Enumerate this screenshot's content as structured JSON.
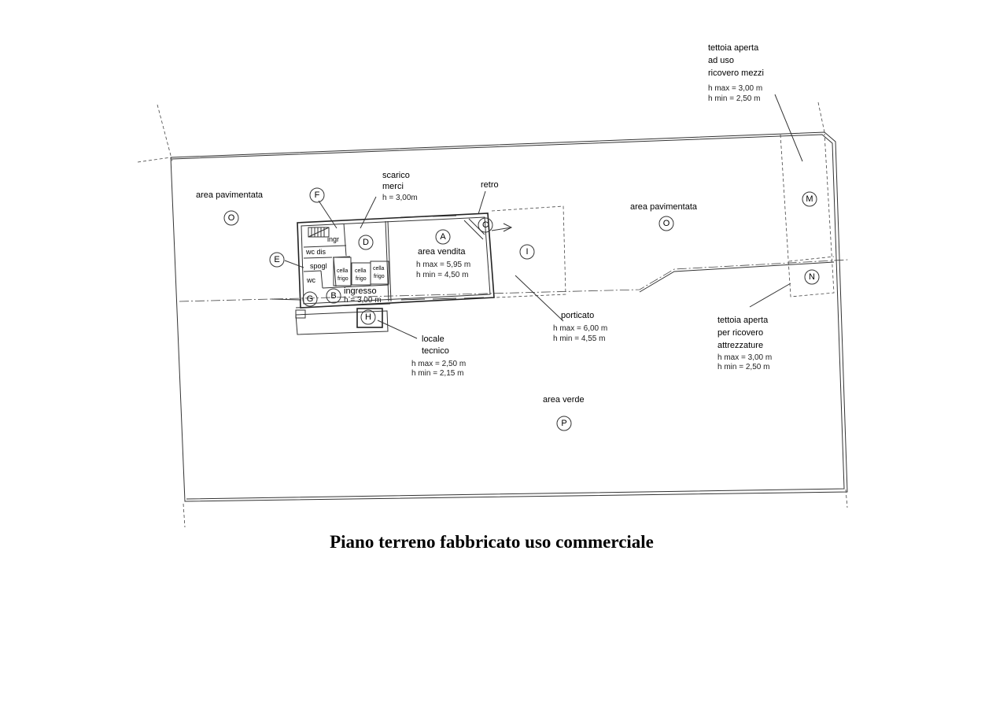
{
  "title": "Piano terreno fabbricato uso commerciale",
  "markers": {
    "A": "A",
    "B": "B",
    "C": "C",
    "D": "D",
    "E": "E",
    "F": "F",
    "G": "G",
    "H": "H",
    "I": "I",
    "M": "M",
    "N": "N",
    "O": "O",
    "P": "P"
  },
  "labels": {
    "area_pav_left": "area pavimentata",
    "area_pav_right": "area pavimentata",
    "scarico_1": "scarico",
    "scarico_2": "merci",
    "scarico_h": "h = 3,00m",
    "retro": "retro",
    "area_vendita": "area vendita",
    "vendita_hmax": "h max = 5,95 m",
    "vendita_hmin": "h min = 4,50 m",
    "ingresso": "ingresso",
    "ingresso_h": "h = 3,00 m",
    "ingr": "ingr",
    "wc_dis": "wc  dis",
    "spogl": "spogl",
    "wc": "wc",
    "cella_1": "cella",
    "frigo_1": "frigo",
    "cella_2": "cella",
    "frigo_2": "frigo",
    "cella_3": "cella",
    "frigo_3": "frigo",
    "locale": "locale",
    "tecnico": "tecnico",
    "locale_hmax": "h max = 2,50 m",
    "locale_hmin": "h min = 2,15 m",
    "porticato": "porticato",
    "porticato_hmax": "h max = 6,00 m",
    "porticato_hmin": "h min = 4,55 m",
    "tettoia_m_1": "tettoia aperta",
    "tettoia_m_2": "ad uso",
    "tettoia_m_3": "ricovero mezzi",
    "tettoia_m_hmax": "h max = 3,00 m",
    "tettoia_m_hmin": "h min = 2,50 m",
    "tettoia_n_1": "tettoia aperta",
    "tettoia_n_2": "per ricovero",
    "tettoia_n_3": "attrezzature",
    "tettoia_n_hmax": "h max = 3,00 m",
    "tettoia_n_hmin": "h min = 2,50 m",
    "area_verde": "area verde"
  }
}
